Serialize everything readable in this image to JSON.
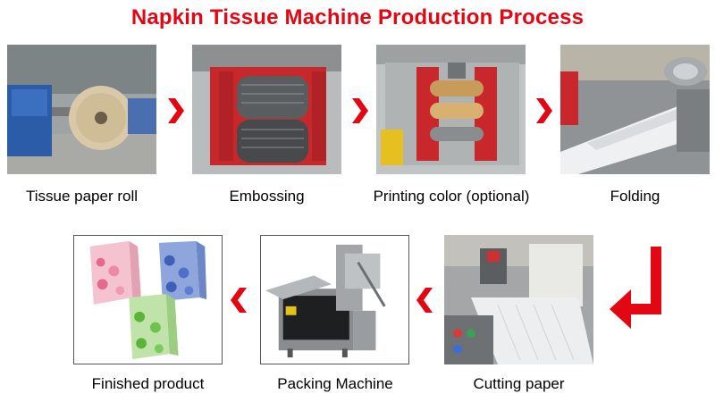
{
  "title": "Napkin Tissue Machine Production Process",
  "steps": [
    {
      "label": "Tissue paper roll"
    },
    {
      "label": "Embossing"
    },
    {
      "label": "Printing color (optional)"
    },
    {
      "label": "Folding"
    },
    {
      "label": "Cutting paper"
    },
    {
      "label": "Packing Machine"
    },
    {
      "label": "Finished product"
    }
  ],
  "colors": {
    "accent": "#e30613",
    "machine_red": "#c8282c",
    "machine_blue": "#2a58a8",
    "floor_grey": "#8a8a8a"
  },
  "icons": {
    "step_arrow": "chevron-right-icon",
    "reverse_arrow": "chevron-left-icon",
    "turn_arrow": "down-left-turn-arrow-icon"
  }
}
